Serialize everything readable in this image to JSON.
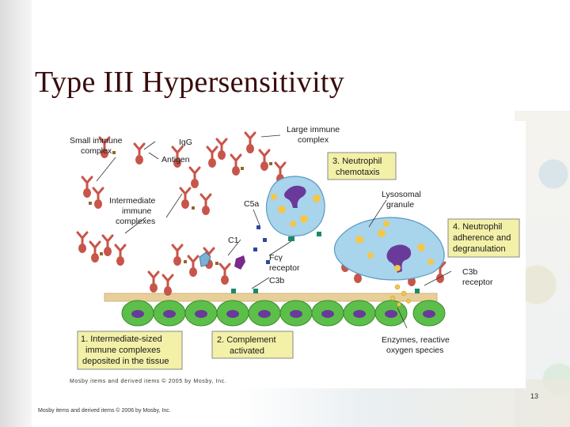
{
  "slide": {
    "title": "Type III Hypersensitivity",
    "slide_number": "13",
    "footer": "Mosby items and derived items © 2006 by Mosby, Inc."
  },
  "figure": {
    "credit": "Mosby items and derived items © 2005 by Mosby, Inc.",
    "labels": {
      "small_complex_1": "Small immune",
      "small_complex_2": "complex",
      "igg": "IgG",
      "antigen": "Antigen",
      "intermediate_1": "Intermediate",
      "intermediate_2": "immune",
      "intermediate_3": "complexes",
      "large_complex_1": "Large immune",
      "large_complex_2": "complex",
      "c5a": "C5a",
      "c1": "C1",
      "fc_receptor_1": "Fcγ",
      "fc_receptor_2": "receptor",
      "c3b": "C3b",
      "lysosomal_1": "Lysosomal",
      "lysosomal_2": "granule",
      "c3b_receptor_1": "C3b",
      "c3b_receptor_2": "receptor",
      "enzymes_1": "Enzymes, reactive",
      "enzymes_2": "oxygen species"
    },
    "steps": {
      "step1_1": "1. Intermediate-sized",
      "step1_2": "immune complexes",
      "step1_3": "deposited in the tissue",
      "step2_1": "2. Complement",
      "step2_2": "activated",
      "step3_1": "3. Neutrophil",
      "step3_2": "chemotaxis",
      "step4_1": "4. Neutrophil",
      "step4_2": "adherence and",
      "step4_3": "degranulation"
    },
    "colors": {
      "step_box_fill": "#f3f0a8",
      "step_box_border": "#8a8a8a",
      "antibody": "#c8554a",
      "antigen": "#8a6a2a",
      "tissue_cell": "#5cbf4a",
      "nucleus": "#6a3a9a",
      "basement": "#e8cf9a",
      "neutrophil": "#a8d4ec",
      "granule": "#f4c64a"
    }
  }
}
